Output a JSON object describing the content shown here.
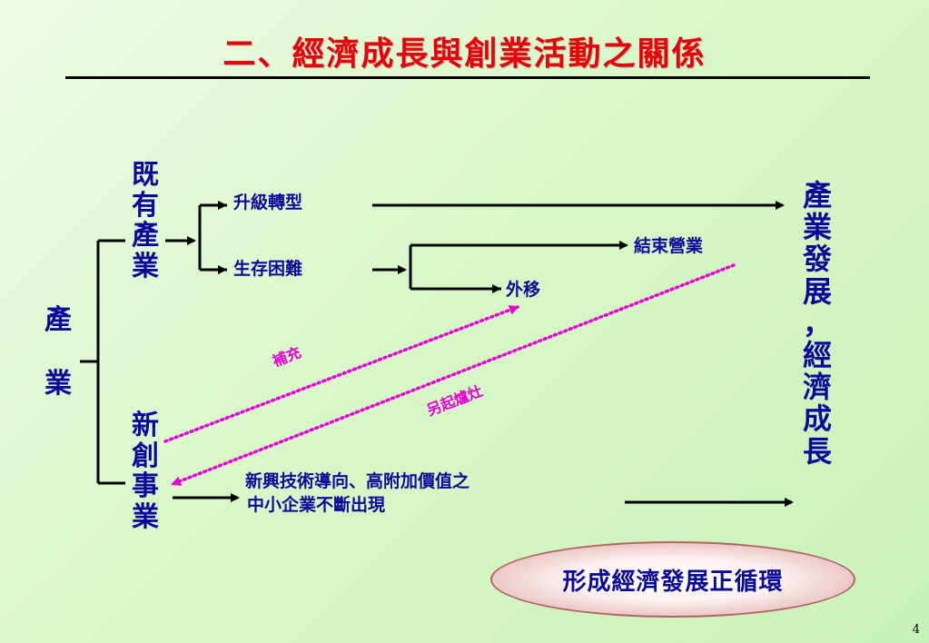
{
  "title": "二、經濟成長與創業活動之關係",
  "nodes": {
    "industry": [
      "產",
      "業"
    ],
    "existing_industry": [
      "既",
      "有",
      "產",
      "業"
    ],
    "new_venture": [
      "新",
      "創",
      "事",
      "業"
    ],
    "outcome": [
      "產",
      "業",
      "發",
      "展",
      "，",
      "經",
      "濟",
      "成",
      "長"
    ]
  },
  "labels": {
    "upgrade": "升級轉型",
    "survival": "生存困難",
    "closure": "結束營業",
    "relocation": "外移",
    "new_sme_line1": "新興技術導向、高附加價值之",
    "new_sme_line2": "中小企業不斷出現",
    "supplement": "補充",
    "restart": "另起爐灶"
  },
  "cycle_label": "形成經濟發展正循環",
  "page_number": "4",
  "colors": {
    "title": "#e8000b",
    "text": "#0a0a9a",
    "dotted": "#e800d8",
    "line": "#000000"
  }
}
